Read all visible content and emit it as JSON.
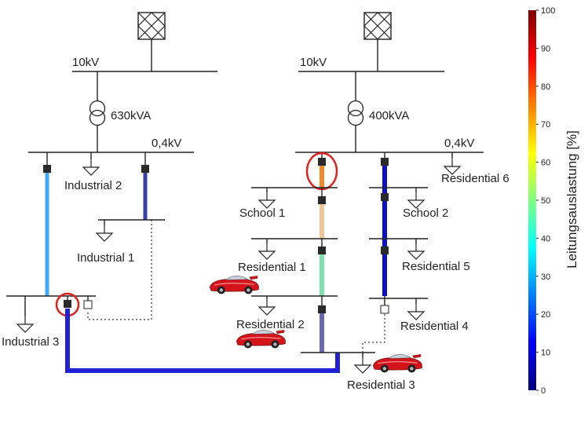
{
  "left_grid": {
    "voltage_mv": "10kV",
    "transformer": "630kVA",
    "voltage_lv": "0,4kV",
    "loads": {
      "industrial2": "Industrial 2",
      "industrial1": "Industrial 1",
      "industrial3": "Industrial 3"
    }
  },
  "right_grid": {
    "voltage_mv": "10kV",
    "transformer": "400kVA",
    "voltage_lv": "0,4kV",
    "loads": {
      "school1": "School 1",
      "residential1": "Residential 1",
      "residential2": "Residential 2",
      "residential3": "Residential 3",
      "residential6": "Residential 6",
      "school2": "School 2",
      "residential5": "Residential 5",
      "residential4": "Residential 4"
    }
  },
  "colorbar": {
    "label": "Leitungsauslastung [%]",
    "ticks": [
      "0",
      "10",
      "20",
      "30",
      "40",
      "50",
      "60",
      "70",
      "80",
      "90",
      "100"
    ],
    "min": 0,
    "max": 100,
    "colormap": "jet"
  },
  "line_loading": {
    "left_feeder_1_pct": 34,
    "left_feeder_2_pct": 15,
    "tie_line_pct": 8,
    "right_a_seg1_pct": 75,
    "right_a_seg2_pct": 68,
    "right_a_seg3_pct": 48,
    "right_a_seg4_pct": 22,
    "right_b_pct": 6
  },
  "colors": {
    "highlight_ring": "#e0201c",
    "line_light_blue": "#3fa9f5",
    "line_indigo": "#3a3fa8",
    "line_tie_blue": "#2020d8",
    "line_orange": "#f28a2a",
    "line_peach": "#f2c596",
    "line_mint": "#7de2b0",
    "line_lavender": "#6b68b2",
    "line_dark_blue": "#0e0ec8",
    "car_red": "#d4141a"
  }
}
